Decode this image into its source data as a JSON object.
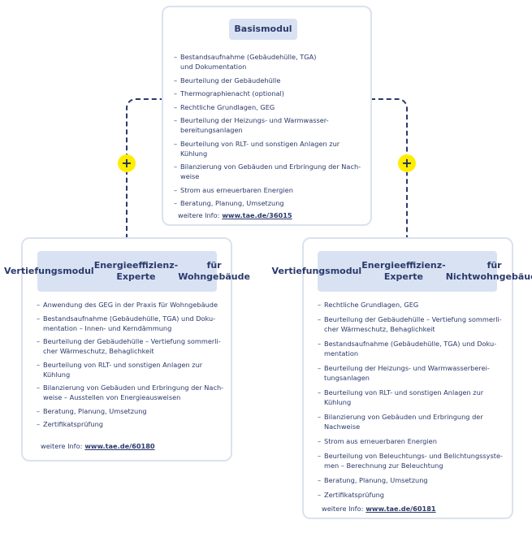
{
  "connector_symbol": "+",
  "colors": {
    "title_fill": "#d8e2f3",
    "card_border": "#dbe2ee",
    "text": "#2b3a6b",
    "plus_fill": "#ffed00"
  },
  "basis": {
    "title": "Basismodul",
    "items": [
      "Bestandsaufnahme (Gebäudehülle, TGA)\nund Dokumentation",
      "Beurteilung der Gebäudehülle",
      "Thermographienacht (optional)",
      "Rechtliche Grundlagen, GEG",
      "Beurteilung der Heizungs- und Warmwasser-\nbereitungsanlagen",
      "Beurteilung von RLT- und sonstigen Anlagen zur Kühlung",
      "Bilanzierung von Gebäuden und Erbringung der Nach-\nweise",
      "Strom aus erneuerbaren Energien",
      "Beratung, Planung, Umsetzung"
    ],
    "more_label": "weitere Info:",
    "more_link": "www.tae.de/36015"
  },
  "wohn": {
    "title_lines": [
      "Vertiefungsmodul",
      "Energieeffizienz-Experte",
      "für Wohngebäude"
    ],
    "items": [
      "Anwendung des GEG in der Praxis für Wohngebäude",
      "Bestandsaufnahme (Gebäudehülle, TGA) und Doku-\nmentation – Innen- und Kerndämmung",
      "Beurteilung der Gebäudehülle – Vertiefung sommerli-\ncher Wärmeschutz, Behaglichkeit",
      "Beurteilung von RLT- und sonstigen Anlagen zur\nKühlung",
      "Bilanzierung von Gebäuden und Erbringung der Nach-\nweise – Ausstellen von Energieausweisen",
      "Beratung, Planung, Umsetzung",
      "Zertifikatsprüfung"
    ],
    "more_label": "weitere Info:",
    "more_link": "www.tae.de/60180"
  },
  "nwohn": {
    "title_lines": [
      "Vertiefungsmodul",
      "Energieeffizienz-Experte",
      "für Nichtwohngebäude"
    ],
    "items": [
      "Rechtliche Grundlagen, GEG",
      "Beurteilung der Gebäudehülle – Vertiefung sommerli-\ncher Wärmeschutz, Behaglichkeit",
      "Bestandsaufnahme (Gebäudehülle, TGA) und Doku-\nmentation",
      "Beurteilung der Heizungs- und Warmwasserberei-\ntungsanlagen",
      "Beurteilung von RLT- und sonstigen Anlagen zur\nKühlung",
      "Bilanzierung von Gebäuden und Erbringung der\nNachweise",
      "Strom aus erneuerbaren Energien",
      "Beurteilung von Beleuchtungs- und Belichtungssyste-\nmen – Berechnung zur Beleuchtung",
      "Beratung, Planung, Umsetzung",
      "Zertifikatsprüfung"
    ],
    "more_label": "weitere Info:",
    "more_link": "www.tae.de/60181"
  }
}
